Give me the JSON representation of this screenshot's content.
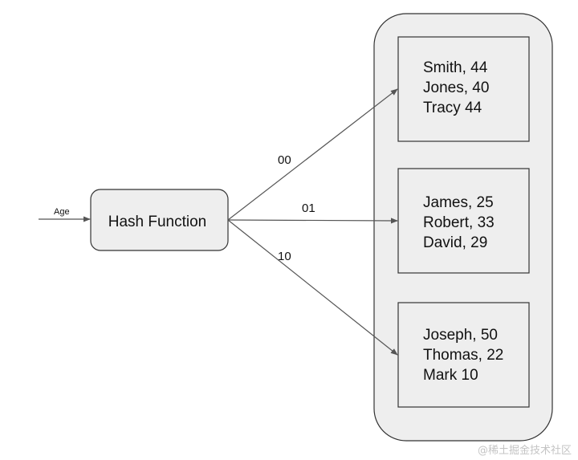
{
  "input_label": "Age",
  "hash_function": {
    "label": "Hash Function"
  },
  "edges": [
    {
      "label": "00"
    },
    {
      "label": "01"
    },
    {
      "label": "10"
    }
  ],
  "buckets": [
    {
      "records": [
        "Smith, 44",
        "Jones, 40",
        "Tracy 44"
      ]
    },
    {
      "records": [
        "James, 25",
        "Robert, 33",
        "David, 29"
      ]
    },
    {
      "records": [
        "Joseph, 50",
        "Thomas, 22",
        "Mark 10"
      ]
    }
  ],
  "watermark": "@稀土掘金技术社区",
  "colors": {
    "box_fill": "#eeeeee",
    "stroke": "#555555",
    "text": "#111111"
  }
}
